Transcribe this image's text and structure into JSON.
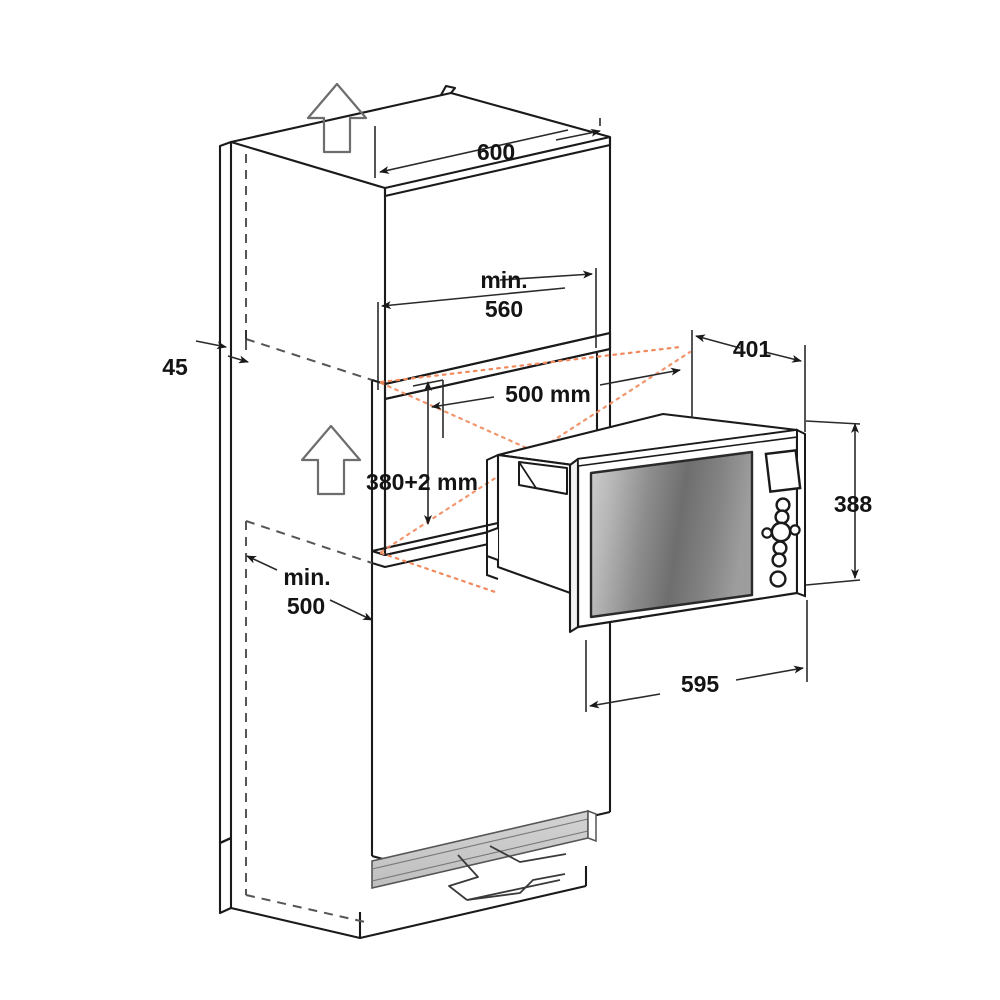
{
  "diagram": {
    "title": "Built-in microwave oven installation / niche dimensions",
    "type": "technical-installation-drawing",
    "units": "mm",
    "background_color": "#ffffff",
    "line_color": "#1a1a1a",
    "alignment_guide_color": "#f08a5d",
    "hidden_edge_color": "#555555",
    "glass_gradient": [
      "#c9c9c9",
      "#8a8a8a",
      "#6f6f6f",
      "#9a9a9a"
    ]
  },
  "dimensions": {
    "cabinet_top_width": "600",
    "niche_width_min_label": "min.",
    "niche_width_min_value": "560",
    "niche_depth": "500 mm",
    "niche_height": "380+2 mm",
    "top_gap": "45",
    "lower_cabinet_min_label": "min.",
    "lower_cabinet_min_value": "500",
    "appliance_depth": "401",
    "appliance_height": "388",
    "appliance_width": "595"
  },
  "appliance": {
    "name": "built-in-microwave-oven",
    "door": {
      "name": "microwave-door",
      "glass_panel": "tinted-viewing-window"
    },
    "control_panel": {
      "display": "digital-display",
      "buttons": [
        "button-1",
        "button-2",
        "button-3",
        "button-4",
        "start-button"
      ],
      "knob": "rotary-selector-knob"
    },
    "side_vent": "side-ventilation-slot"
  },
  "cabinet": {
    "upper_unit": "upper-cabinet-carcass",
    "lower_unit": "lower-cabinet-carcass",
    "niche": "appliance-niche-opening",
    "plinth_vent": "plinth-ventilation-grille",
    "airflow_arrows": [
      "airflow-arrow-top",
      "airflow-arrow-middle"
    ]
  },
  "labels": [
    {
      "id": "dim-600",
      "text": "600"
    },
    {
      "id": "dim-min",
      "text": "min."
    },
    {
      "id": "dim-560",
      "text": "560"
    },
    {
      "id": "dim-500mm",
      "text": "500 mm"
    },
    {
      "id": "dim-380",
      "text": "380+2 mm"
    },
    {
      "id": "dim-45",
      "text": "45"
    },
    {
      "id": "dim-min-lower",
      "text": "min."
    },
    {
      "id": "dim-500",
      "text": "500"
    },
    {
      "id": "dim-401",
      "text": "401"
    },
    {
      "id": "dim-388",
      "text": "388"
    },
    {
      "id": "dim-595",
      "text": "595"
    }
  ]
}
